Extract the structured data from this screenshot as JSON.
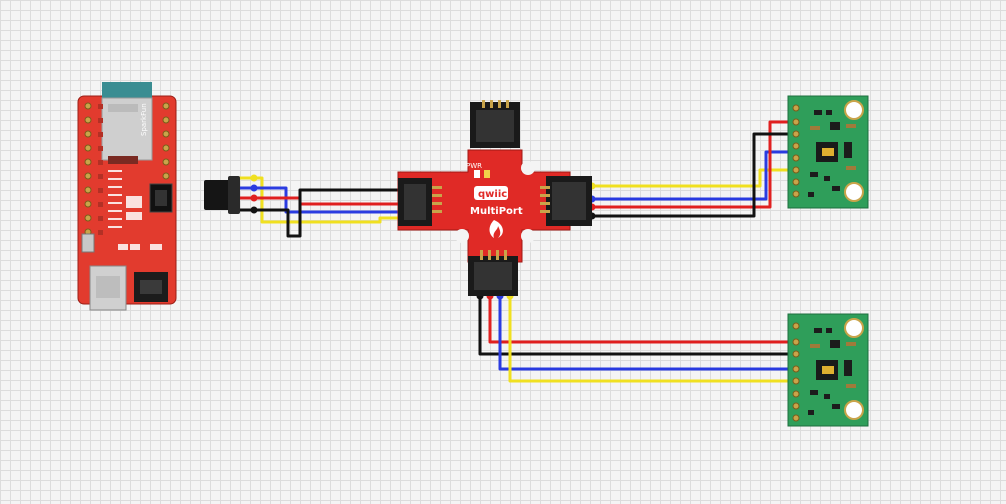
{
  "components": {
    "microcontroller": {
      "brand_text": "SparkFun",
      "colors": {
        "board": "#e23b2e",
        "module": "#3a8d92",
        "shield": "#cfcfcf"
      }
    },
    "hub": {
      "logo_text": "qwiic",
      "title_text": "MultiPort",
      "pwr_label": "PWR",
      "colors": {
        "board": "#e02a26"
      }
    },
    "sensors": [
      {
        "id": "sensor-1",
        "colors": {
          "board": "#2f9e5a"
        }
      },
      {
        "id": "sensor-2",
        "colors": {
          "board": "#2f9e5a"
        }
      }
    ]
  },
  "wire_colors": {
    "gnd": "#111111",
    "vcc": "#e02020",
    "sda": "#2a3be0",
    "scl": "#f0e020"
  }
}
